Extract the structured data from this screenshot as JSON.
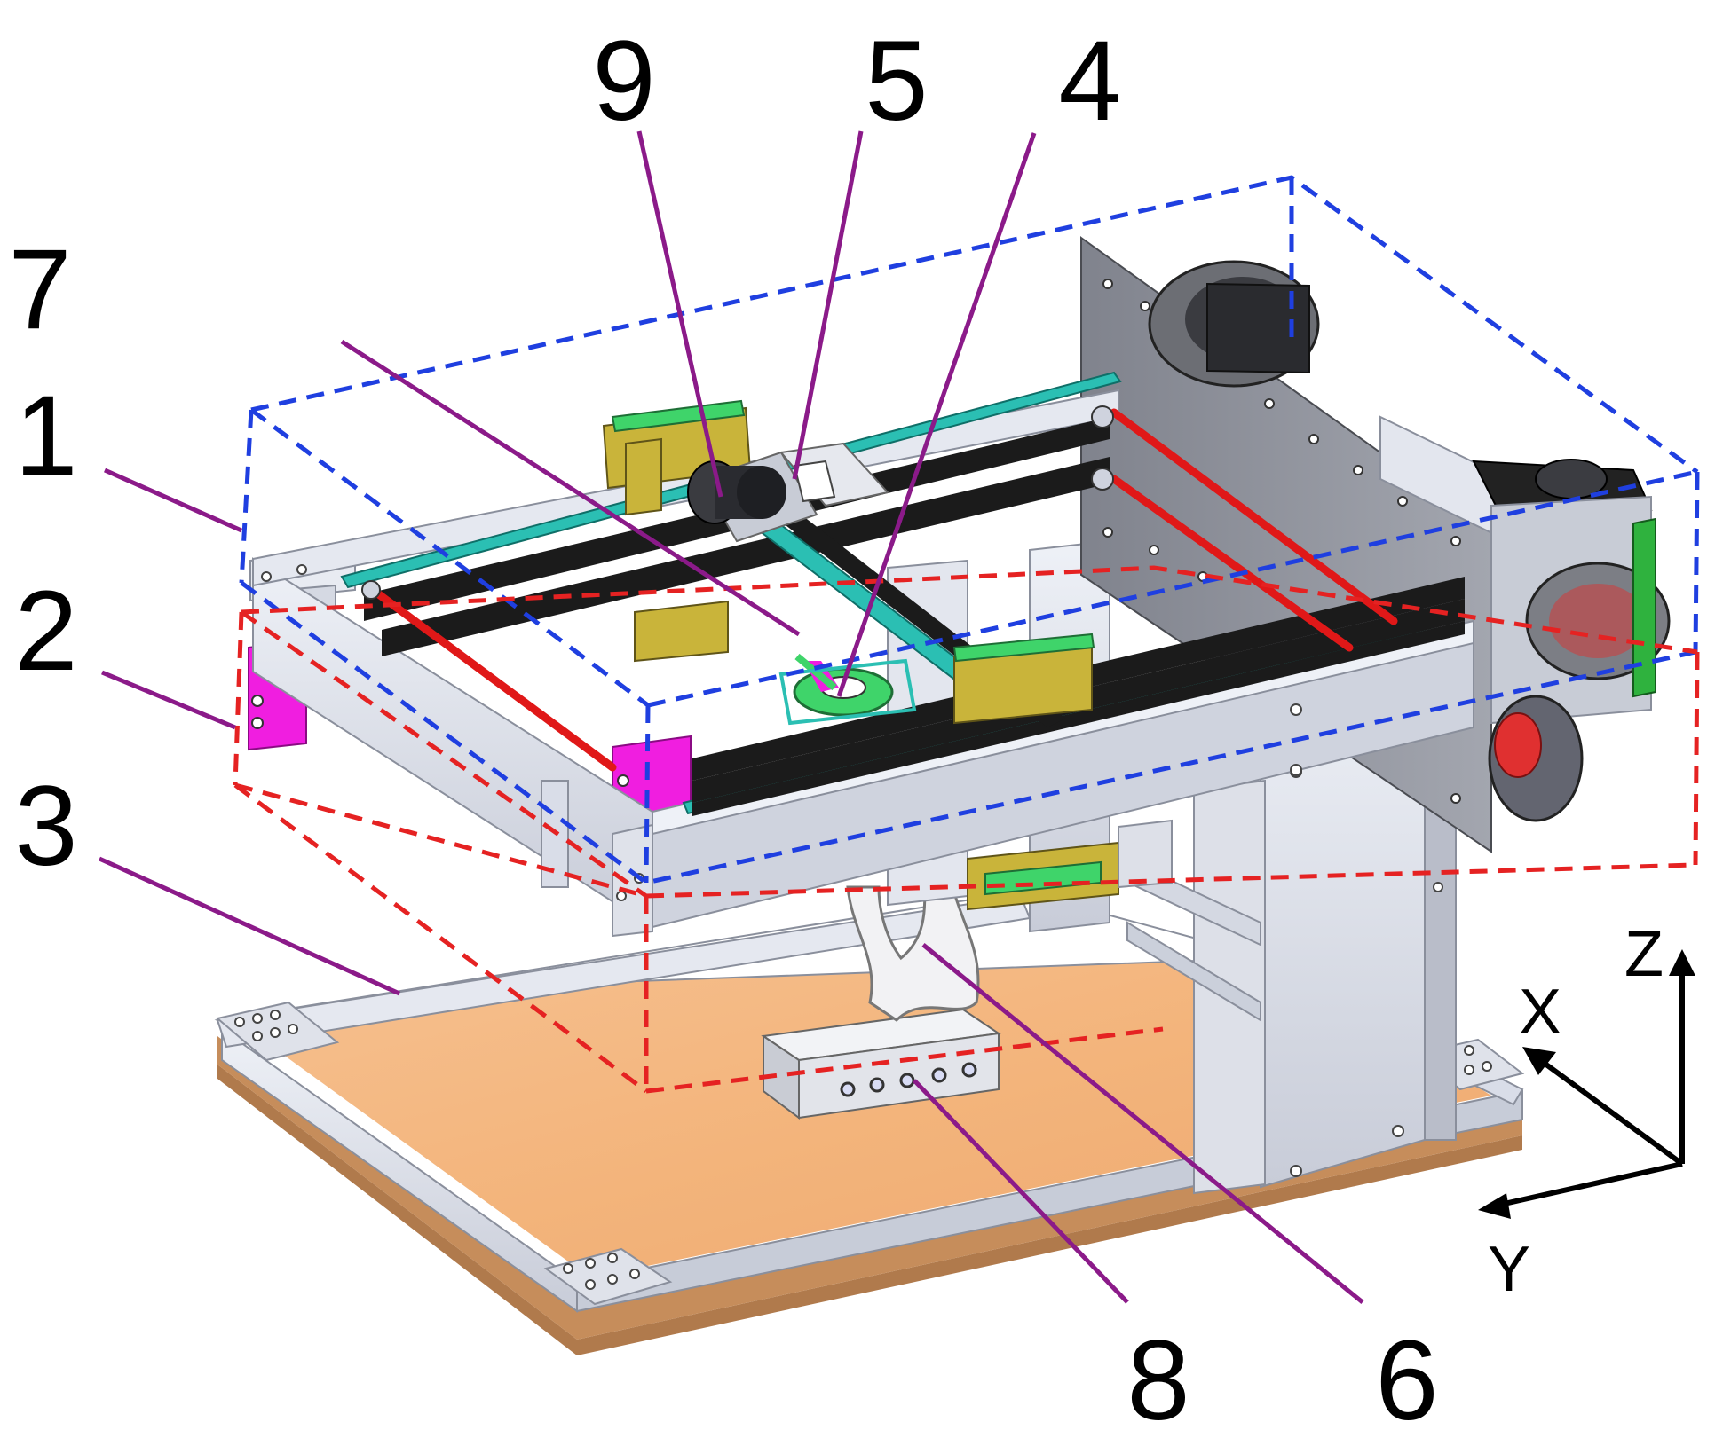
{
  "colors": {
    "background": "#ffffff",
    "leader_line": "#8b1a89",
    "box_upper": "#1f3fe0",
    "box_lower": "#e52222",
    "frame_silver": "#d9dde8",
    "frame_edge": "#8a8f9c",
    "rail_dark": "#1b1b1b",
    "rod_red": "#e01818",
    "linear_guide_teal": "#2bbfb3",
    "carriage_yellow": "#c9b43a",
    "carriage_green": "#3fd46a",
    "end_block_magenta": "#f01ee0",
    "plate_gray": "#8d909a",
    "wood_board": "#f3b47b",
    "wood_edge": "#b07a4c",
    "axis_arrow": "#000000"
  },
  "callouts": [
    {
      "id": "c9",
      "label": "9"
    },
    {
      "id": "c5",
      "label": "5"
    },
    {
      "id": "c4",
      "label": "4"
    },
    {
      "id": "c7",
      "label": "7"
    },
    {
      "id": "c1",
      "label": "1"
    },
    {
      "id": "c2",
      "label": "2"
    },
    {
      "id": "c3",
      "label": "3"
    },
    {
      "id": "c8",
      "label": "8"
    },
    {
      "id": "c6",
      "label": "6"
    }
  ],
  "axes": {
    "x_label": "X",
    "y_label": "Y",
    "z_label": "Z"
  }
}
